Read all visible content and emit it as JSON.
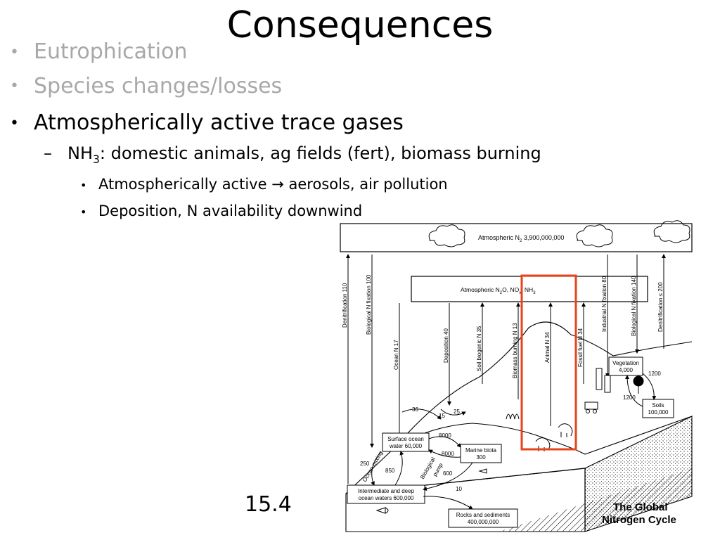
{
  "slide": {
    "title": "Consequences",
    "bullets": [
      {
        "text": "Eutrophication"
      },
      {
        "text": "Species changes/losses"
      },
      {
        "text": "Atmospherically active trace gases"
      }
    ],
    "sub_bullet": {
      "prefix": "NH",
      "subscript": "3",
      "rest": ": domestic animals, ag fields (fert), biomass burning"
    },
    "sub_sub_bullets": [
      {
        "before": "Atmospherically active ",
        "arrow": "→",
        "after": " aerosols, air pollution"
      },
      {
        "text": "Deposition, N availability downwind"
      }
    ],
    "figure_number": "15.4"
  },
  "figure": {
    "atm_n2": {
      "prefix": "Atmospheric N",
      "sub": "2",
      "rest": " 3,900,000,000"
    },
    "atm_gases": {
      "a": "Atmospheric N",
      "a_sub": "2",
      "b": "O, NO",
      "b_sub": "x",
      "c": ", NH",
      "c_sub": "3"
    },
    "fluxes": {
      "denitrification_left": "Denitrification 110",
      "bio_fixation_ocean": "Biological N fixation 100",
      "ocean_n": "Ocean N 17",
      "deposition": "Deposition 40",
      "soil_biogenic": "Soil biogenic N 35",
      "biomass_burning": "Biomass burning N 13",
      "animal": "Animal N 34",
      "fossil_fuel": "Fossil fuel N 34",
      "industrial_fixation": "Industrial N fixation 80",
      "bio_fixation_land": "Biological N fixation 140",
      "denitrification_right": "Denitrification ≤ 200"
    },
    "boxes": {
      "surface_ocean_1": "Surface ocean",
      "surface_ocean_2": "water 60,000",
      "marine_biota_1": "Marine biota",
      "marine_biota_2": "300",
      "deep_ocean_1": "Intermediate and deep",
      "deep_ocean_2": "ocean waters 600,000",
      "rocks_1": "Rocks and sediments",
      "rocks_2": "400,000,000",
      "vegetation_1": "Vegetation",
      "vegetation_2": "4,000",
      "soils_1": "Soils",
      "soils_2": "100,000"
    },
    "numbers": {
      "n36": "36",
      "n15": "15",
      "n25": "25",
      "n8000a": "8000",
      "n8000b": "8000",
      "n250": "250",
      "n850": "850",
      "n600": "600",
      "n10": "10",
      "n1200a": "1200",
      "n1200b": "1200"
    },
    "labels": {
      "ocean_mixing": "Ocean mixing",
      "biological_pump": "Biological",
      "pump": "pump"
    },
    "caption_1": "The Global",
    "caption_2": "Nitrogen Cycle",
    "highlight_color": "#e8431a"
  }
}
